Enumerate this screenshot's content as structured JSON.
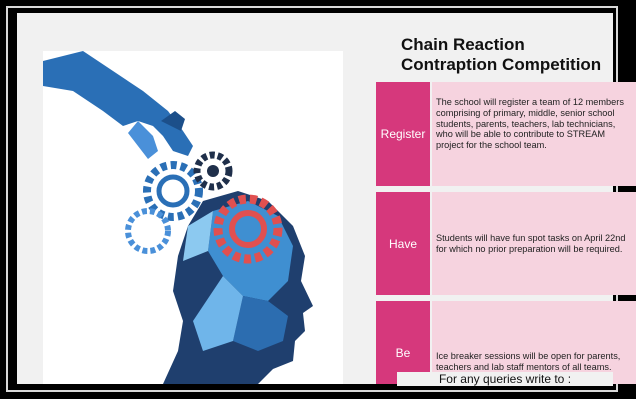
{
  "slide": {
    "title_line1": "Chain Reaction",
    "title_line2": "Contraption Competition",
    "rows": [
      {
        "tag": "Register",
        "text": "The school  will register a team of  12 members comprising of primary, middle, senior school students, parents, teachers, lab technicians, who will be able to contribute to STREAM project for the school team."
      },
      {
        "tag": "Have",
        "text": "Students will have fun spot tasks on April 22nd for which no prior preparation will be required."
      },
      {
        "tag": "Be",
        "text": "Ice breaker sessions will be open for parents, teachers and lab staff mentors of all teams."
      }
    ],
    "footer": "For any queries write to :"
  },
  "colors": {
    "tag_bg": "#d6387c",
    "body_bg": "#f6d3df",
    "hand": "#2a6fb6",
    "gear_red": "#e05050",
    "gear_dark": "#1f2f4a"
  },
  "icons": [
    "hand-icon",
    "gear-icon",
    "head-silhouette-icon"
  ]
}
